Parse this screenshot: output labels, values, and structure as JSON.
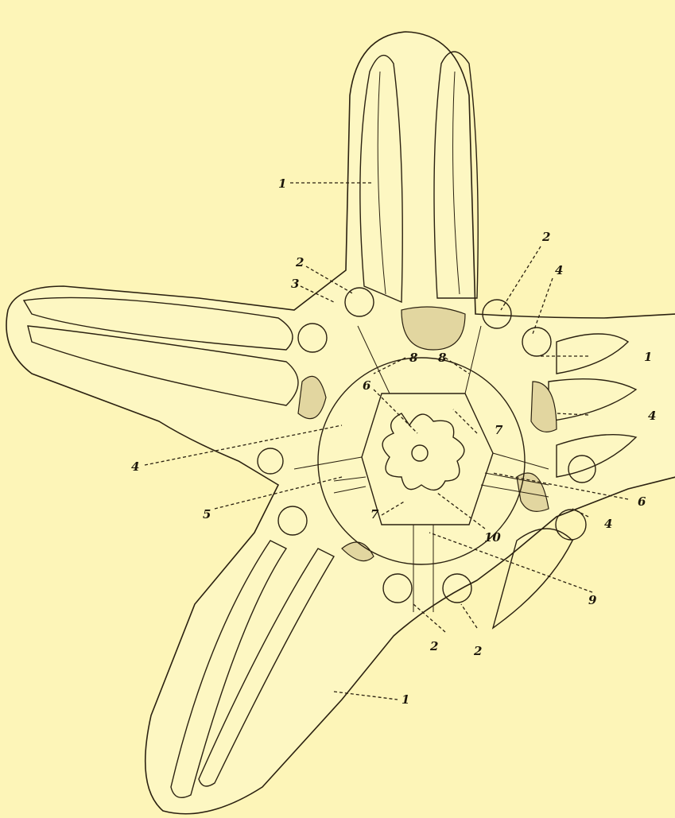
{
  "figure": {
    "labels": [
      {
        "id": "arm-top-1",
        "text": "1"
      },
      {
        "id": "right-top-1",
        "text": "1"
      },
      {
        "id": "bottom-1",
        "text": "1"
      },
      {
        "id": "left-2",
        "text": "2"
      },
      {
        "id": "top-right-2",
        "text": "2"
      },
      {
        "id": "bottom-2a",
        "text": "2"
      },
      {
        "id": "bottom-2b",
        "text": "2"
      },
      {
        "id": "left-3",
        "text": "3"
      },
      {
        "id": "top-right-4",
        "text": "4"
      },
      {
        "id": "right-4",
        "text": "4"
      },
      {
        "id": "left-4",
        "text": "4"
      },
      {
        "id": "lower-right-4",
        "text": "4"
      },
      {
        "id": "left-5",
        "text": "5"
      },
      {
        "id": "center-6",
        "text": "6"
      },
      {
        "id": "right-6",
        "text": "6"
      },
      {
        "id": "center-7",
        "text": "7"
      },
      {
        "id": "lower-7",
        "text": "7"
      },
      {
        "id": "center-8a",
        "text": "8"
      },
      {
        "id": "center-8b",
        "text": "8"
      },
      {
        "id": "bottom-9",
        "text": "9"
      },
      {
        "id": "center-10",
        "text": "10"
      }
    ]
  }
}
